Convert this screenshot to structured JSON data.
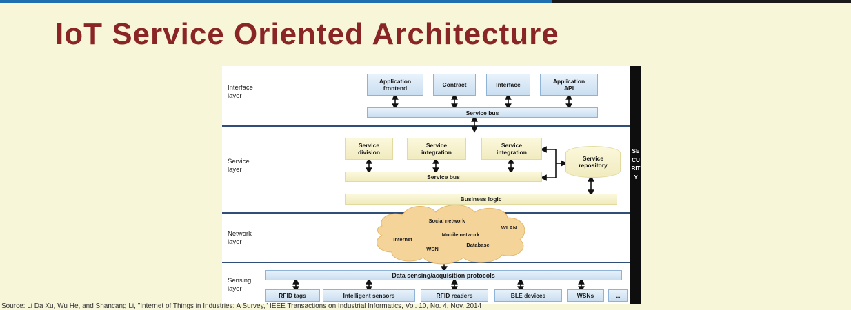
{
  "slide": {
    "title": "IoT Service Oriented Architecture",
    "source_fragment": "Source: Li Da Xu, Wu He, and Shancang Li, \"Internet of Things in Industries: A Survey,\" IEEE Transactions on Industrial Informatics, Vol. 10, No. 4, Nov. 2014"
  },
  "security_label": "SECURITY",
  "layers": {
    "interface": {
      "label": "Interface\nlayer",
      "boxes": [
        "Application\nfrontend",
        "Contract",
        "Interface",
        "Application\nAPI"
      ],
      "bus": "Service bus"
    },
    "service": {
      "label": "Service\nlayer",
      "boxes": [
        "Service\ndivision",
        "Service\nintegration",
        "Service\nintegration"
      ],
      "repository": "Service\nrepository",
      "bus": "Service bus",
      "logic": "Business logic"
    },
    "network": {
      "label": "Network\nlayer",
      "items": [
        "Social network",
        "WLAN",
        "Mobile network",
        "Internet",
        "WSN",
        "Database"
      ]
    },
    "sensing": {
      "label": "Sensing\nlayer",
      "protocols": "Data sensing/acquisition protocols",
      "devices": [
        "RFID tags",
        "Intelligent sensors",
        "RFID  readers",
        "BLE devices",
        "WSNs",
        "..."
      ]
    }
  },
  "colors": {
    "title": "#8a2525",
    "slide_background": "#f7f6d8",
    "blue_box": "#c9def0",
    "yellow_box": "#f1ebbf",
    "cloud": "#f5d49a",
    "divider": "#2f4f78"
  }
}
